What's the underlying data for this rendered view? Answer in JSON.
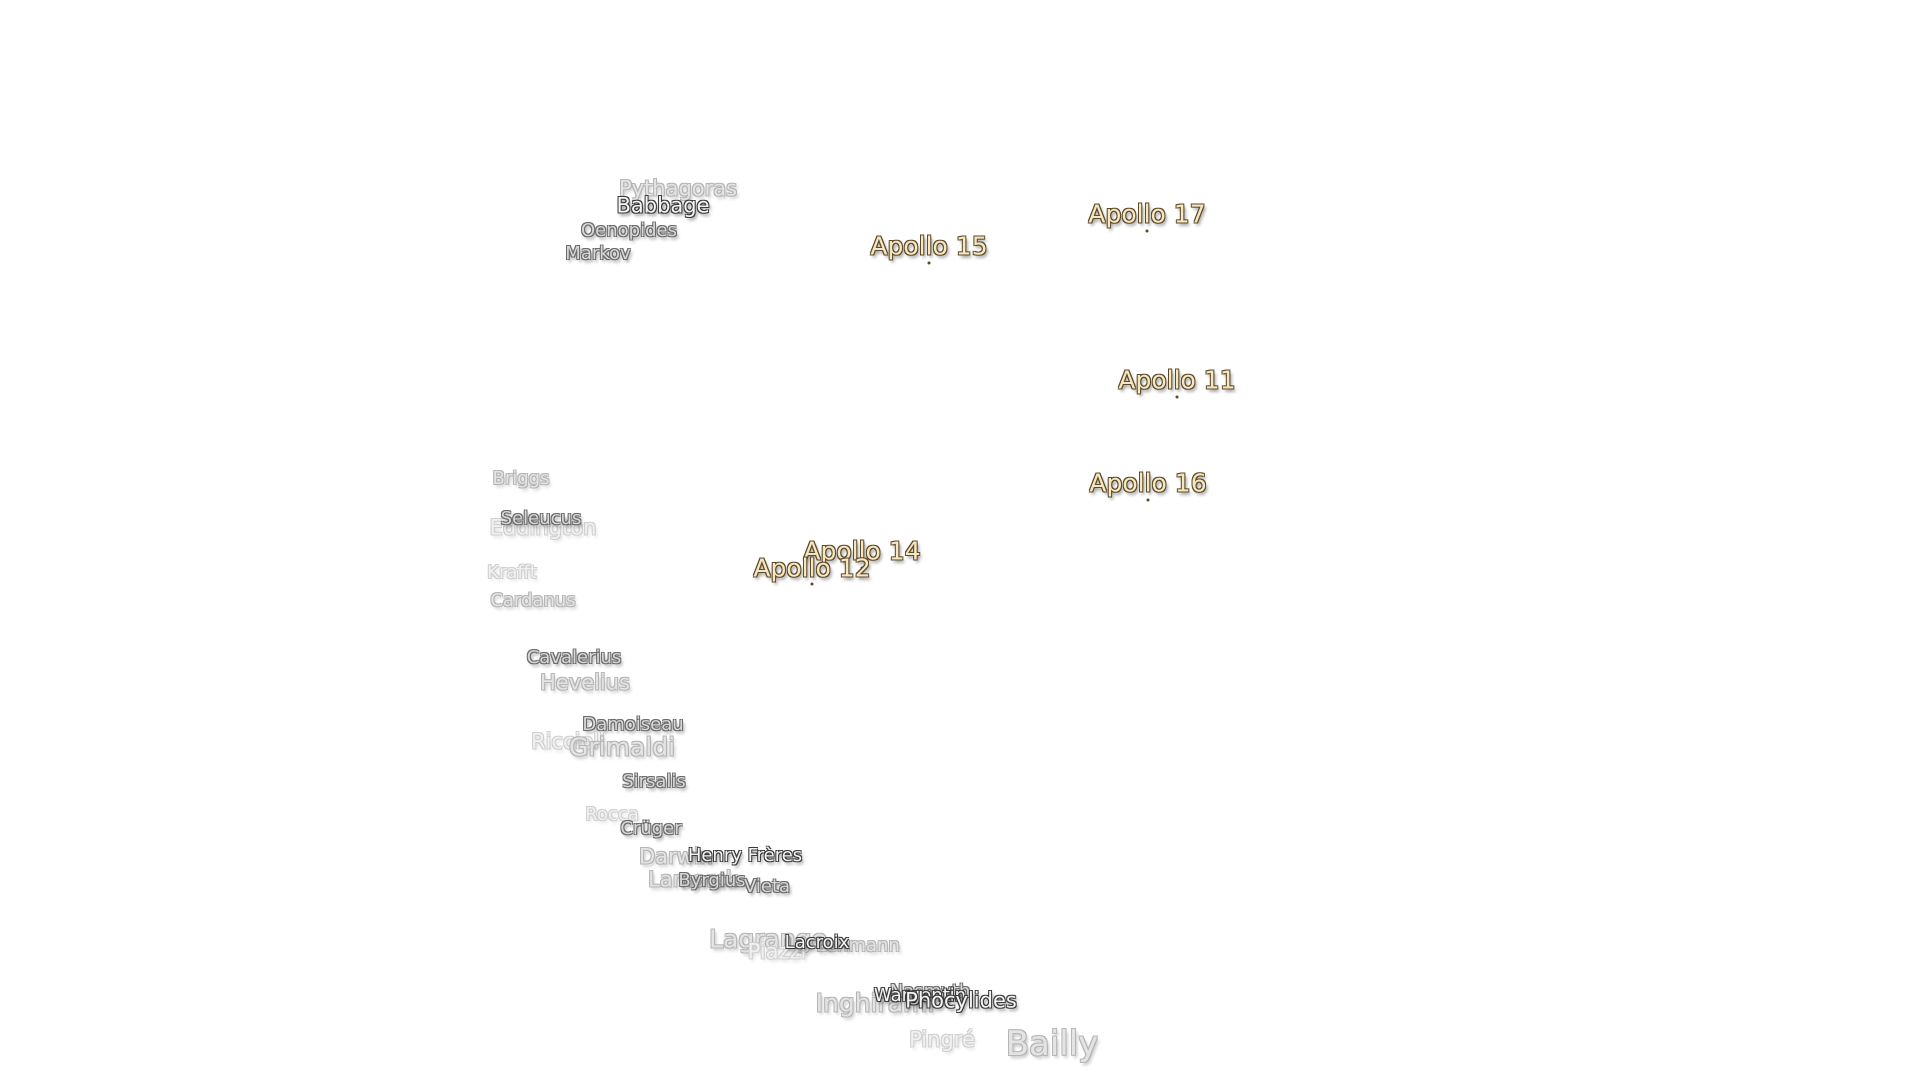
{
  "colors": {
    "background": "#ffffff",
    "apollo_fill": "#f6e7c0",
    "crater_fill": "#d8d8d8"
  },
  "apollo_sites": [
    {
      "key": "a15",
      "label": "Apollo 15"
    },
    {
      "key": "a17",
      "label": "Apollo 17"
    },
    {
      "key": "a11",
      "label": "Apollo 11"
    },
    {
      "key": "a16",
      "label": "Apollo 16"
    },
    {
      "key": "a14",
      "label": "Apollo 14"
    },
    {
      "key": "a12",
      "label": "Apollo 12"
    }
  ],
  "craters": {
    "pythagoras": "Pythagoras",
    "babbage": "Babbage",
    "oenopides": "Oenopides",
    "markov": "Markov",
    "briggs": "Briggs",
    "seleucus": "Seleucus",
    "eddington": "Eddington",
    "krafft": "Krafft",
    "cardanus": "Cardanus",
    "cavalerius": "Cavalerius",
    "hevelius": "Hevelius",
    "damoiseau": "Damoiseau",
    "riccioli": "Riccioli",
    "grimaldi": "Grimaldi",
    "sirsalis": "Sirsalis",
    "rocca": "Rocca",
    "cruger": "Crüger",
    "darwin": "Darwin",
    "henry_freres": "Henry Frères",
    "lamarck": "Lamarck",
    "byrgius": "Byrgius",
    "vieta": "Vieta",
    "lagrange": "Lagrange",
    "piazzi": "Piazzi",
    "lacroix": "Lacroix",
    "lehmann": "Lehmann",
    "wargentin": "Wargentin",
    "nasmyth": "Nasmyth",
    "phocylides": "Phocylides",
    "inghirami": "Inghirami",
    "pingre": "Pingré",
    "bailly": "Bailly"
  }
}
